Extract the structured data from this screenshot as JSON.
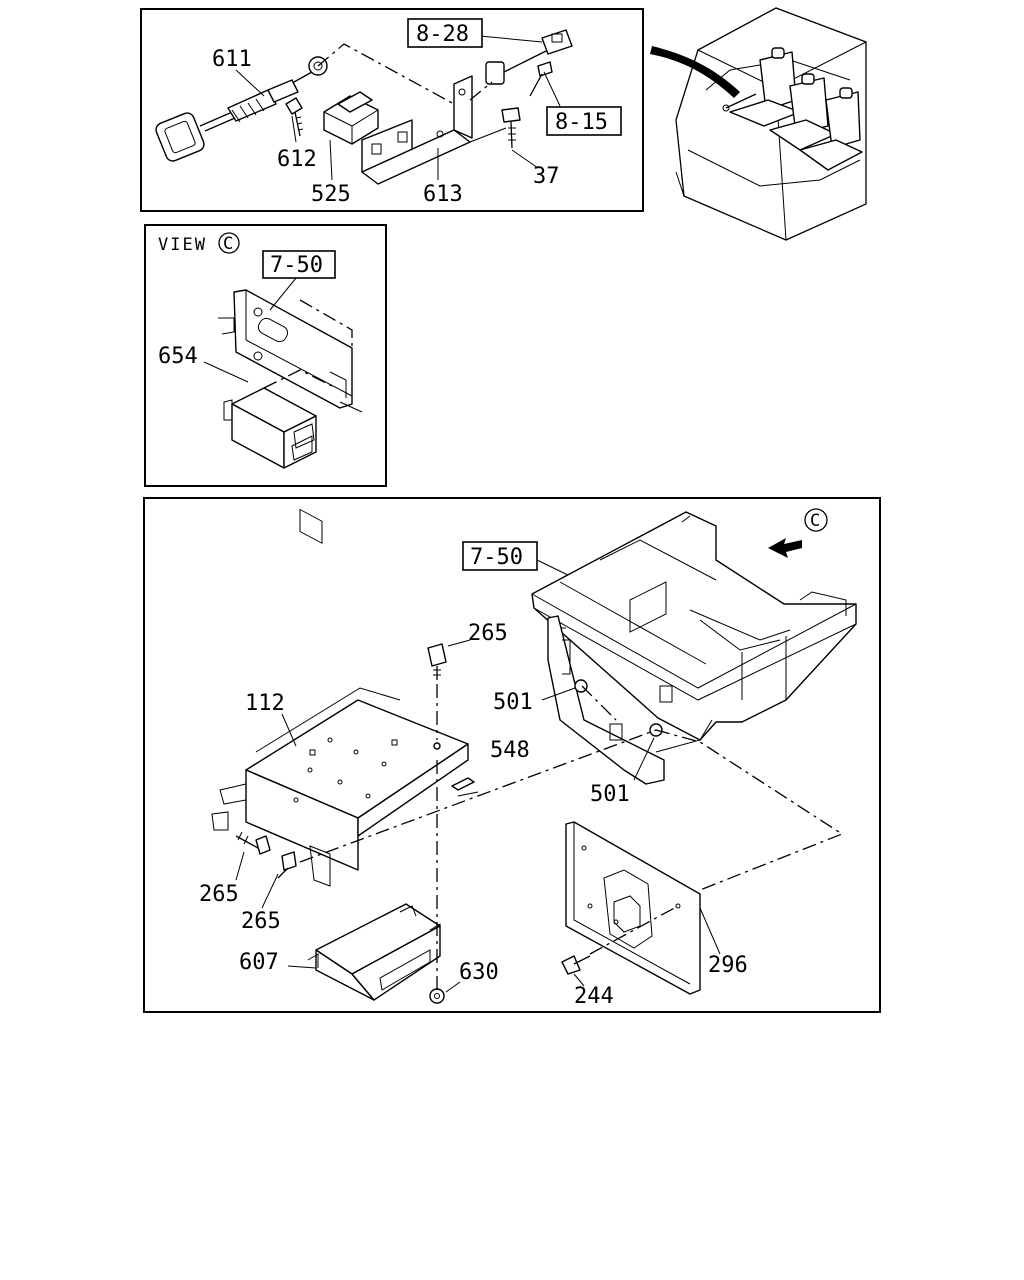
{
  "panel_top": {
    "labels": {
      "p611": "611",
      "p612": "612",
      "p525": "525",
      "p613": "613",
      "p37": "37",
      "ref_8_28": "8-28",
      "ref_8_15": "8-15"
    }
  },
  "panel_view": {
    "title": "VIEW",
    "view_marker": "C",
    "labels": {
      "ref_7_50": "7-50",
      "p654": "654"
    }
  },
  "panel_main": {
    "view_marker": "C",
    "labels": {
      "ref_7_50": "7-50",
      "p265_top": "265",
      "p112": "112",
      "p501_upper": "501",
      "p548": "548",
      "p501_lower": "501",
      "p265_left": "265",
      "p265_mid": "265",
      "p607": "607",
      "p630": "630",
      "p296": "296",
      "p244": "244"
    }
  }
}
